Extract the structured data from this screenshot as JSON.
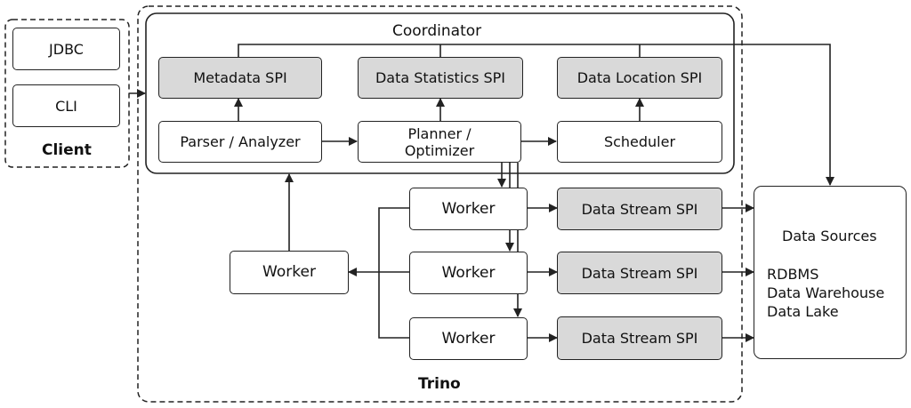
{
  "client": {
    "title": "Client",
    "items": [
      "JDBC",
      "CLI"
    ]
  },
  "trino": {
    "title": "Trino",
    "coordinator": {
      "title": "Coordinator",
      "spis": [
        "Metadata SPI",
        "Data Statistics SPI",
        "Data Location SPI"
      ],
      "components": [
        "Parser / Analyzer",
        "Planner / Optimizer",
        "Scheduler"
      ]
    },
    "workers": [
      "Worker",
      "Worker",
      "Worker"
    ],
    "left_worker": "Worker",
    "data_stream_spis": [
      "Data Stream SPI",
      "Data Stream SPI",
      "Data Stream SPI"
    ]
  },
  "data_sources": {
    "title": "Data Sources",
    "items": [
      "RDBMS",
      "Data Warehouse",
      "Data Lake"
    ]
  },
  "colors": {
    "spi_fill": "#d9d9d9",
    "line": "#222222"
  }
}
